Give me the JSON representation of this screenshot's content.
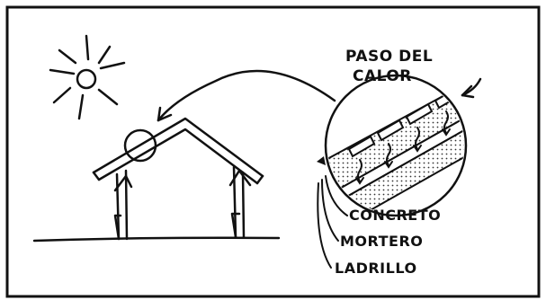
{
  "diagram": {
    "label_heat": [
      "PASO DEL",
      "CALOR"
    ],
    "label_concrete": "CONCRETO",
    "label_mortar": "MORTERO",
    "label_brick": "LADRILLO"
  },
  "colors": {
    "ink": "#111111",
    "paper": "#ffffff",
    "concrete_fill": "#d8d8d8"
  }
}
